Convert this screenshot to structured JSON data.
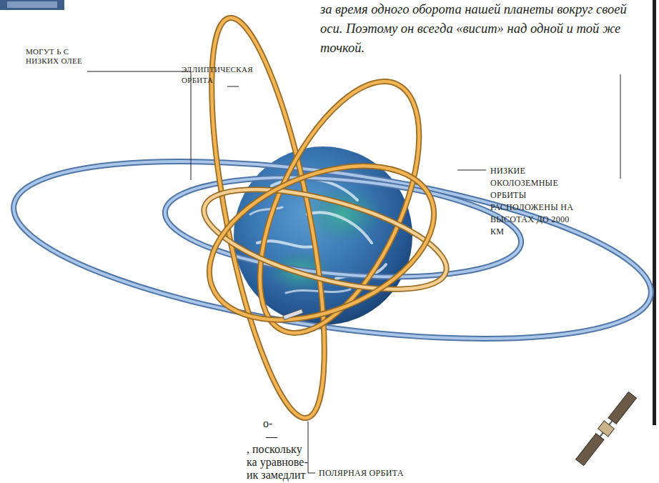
{
  "diagram": {
    "labels": [
      "за время одного оборота нашей планеты вокруг своей оси. Поэтому он всегда «висит» над одной и той же точкой.",
      "ЭЛЛИПТИЧЕСКАЯ ОРБИТА",
      "МОГУТ Ь С НИЗКИХ ОЛЕЕ",
      "НИЗКИЕ ОКОЛОЗЕМНЫЕ ОРБИТЫ РАСПОЛОЖЕНЫ НА ВЫСОТАХ ДО 2000 КМ",
      "о-",
      "—",
      ", поскольку",
      "ка уравнове-",
      "ик замедлит",
      "ПОЛЯРНАЯ ОРБИТА"
    ]
  }
}
